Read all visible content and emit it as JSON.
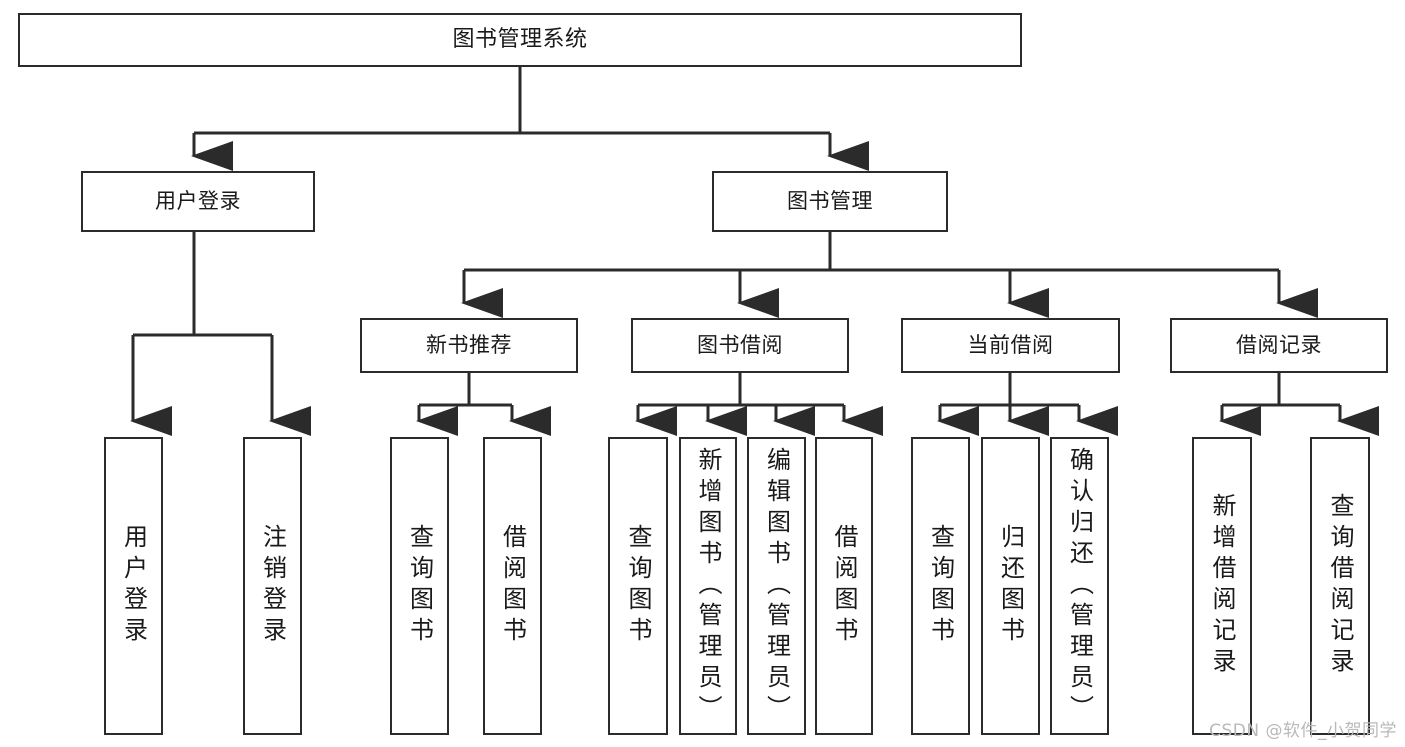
{
  "diagram": {
    "title": "图书管理系统",
    "watermark": "CSDN @软件_小贺同学",
    "line_color": "#2b2b2b",
    "box_fill": "#ffffff",
    "text_color": "#1a1a1a",
    "watermark_color": "#b9b9b9"
  },
  "nodes": {
    "root": {
      "label": "图书管理系统"
    },
    "level1": [
      {
        "label": "用户登录"
      },
      {
        "label": "图书管理"
      }
    ],
    "level2": [
      {
        "label": "新书推荐"
      },
      {
        "label": "图书借阅"
      },
      {
        "label": "当前借阅"
      },
      {
        "label": "借阅记录"
      }
    ],
    "leaves": {
      "user_login": [
        {
          "label": "用户登录"
        },
        {
          "label": "注销登录"
        }
      ],
      "new_book": [
        {
          "label": "查询图书"
        },
        {
          "label": "借阅图书"
        }
      ],
      "book_borrow": [
        {
          "label": "查询图书"
        },
        {
          "label": "新增图书（管理员）"
        },
        {
          "label": "编辑图书（管理员）"
        },
        {
          "label": "借阅图书"
        }
      ],
      "current_borrow": [
        {
          "label": "查询图书"
        },
        {
          "label": "归还图书"
        },
        {
          "label": "确认归还（管理员）"
        }
      ],
      "borrow_record": [
        {
          "label": "新增借阅记录"
        },
        {
          "label": "查询借阅记录"
        }
      ]
    }
  }
}
